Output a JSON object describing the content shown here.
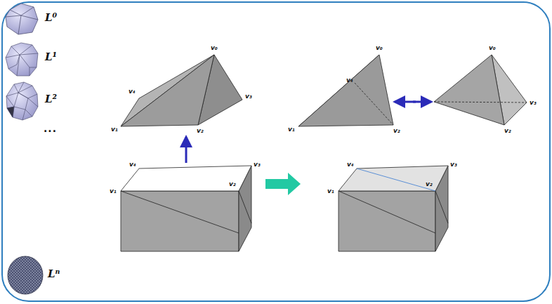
{
  "diagram": {
    "labels": [
      "L⁰",
      "L¹",
      "L²",
      "...",
      "Lⁿ",
      "v₀",
      "v₄",
      "v₁",
      "v₂",
      "v₃",
      "v₄",
      "v₃",
      "v₁",
      "v₂",
      "v₀",
      "v₄",
      "v₁",
      "v₂",
      "v₀",
      "v₃",
      "v₂",
      "v₄",
      "v₃",
      "v₁",
      "v₂"
    ]
  }
}
